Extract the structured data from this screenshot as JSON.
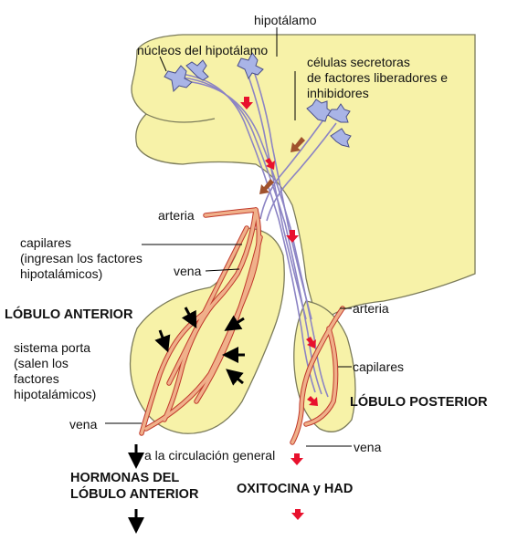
{
  "labels": {
    "hipotalamo": "hipotálamo",
    "nucleos": "núcleos del hipotálamo",
    "celulas_1": "células secretoras",
    "celulas_2": "de factores liberadores e",
    "celulas_3": "inhibidores",
    "arteria_left": "arteria",
    "capilares_left_1": "capilares",
    "capilares_left_2": "(ingresan los factores",
    "capilares_left_3": "hipotalámicos)",
    "vena_upper": "vena",
    "lobulo_anterior": "LÓBULO ANTERIOR",
    "sistema_1": "sistema porta",
    "sistema_2": "(salen los",
    "sistema_3": "factores",
    "sistema_4": "hipotalámicos)",
    "vena_lower_left": "vena",
    "circulacion": "a la circulación general",
    "hormonas_1": "HORMONAS DEL",
    "hormonas_2": "LÓBULO ANTERIOR",
    "arteria_right": "arteria",
    "capilares_right": "capilares",
    "lobulo_posterior": "LÓBULO POSTERIOR",
    "vena_right": "vena",
    "oxitocina": "OXITOCINA y HAD"
  },
  "colors": {
    "tissue": "#f7f2a8",
    "tissue_outline": "#7b7b5a",
    "vessel": "#f0b08a",
    "vessel_outline": "#c0392b",
    "nerve": "#8c84c4",
    "neuron": "#a9b4e6",
    "red_arrow": "#e8112d",
    "brown_arrow": "#a0522d",
    "black_arrow": "#000000"
  }
}
